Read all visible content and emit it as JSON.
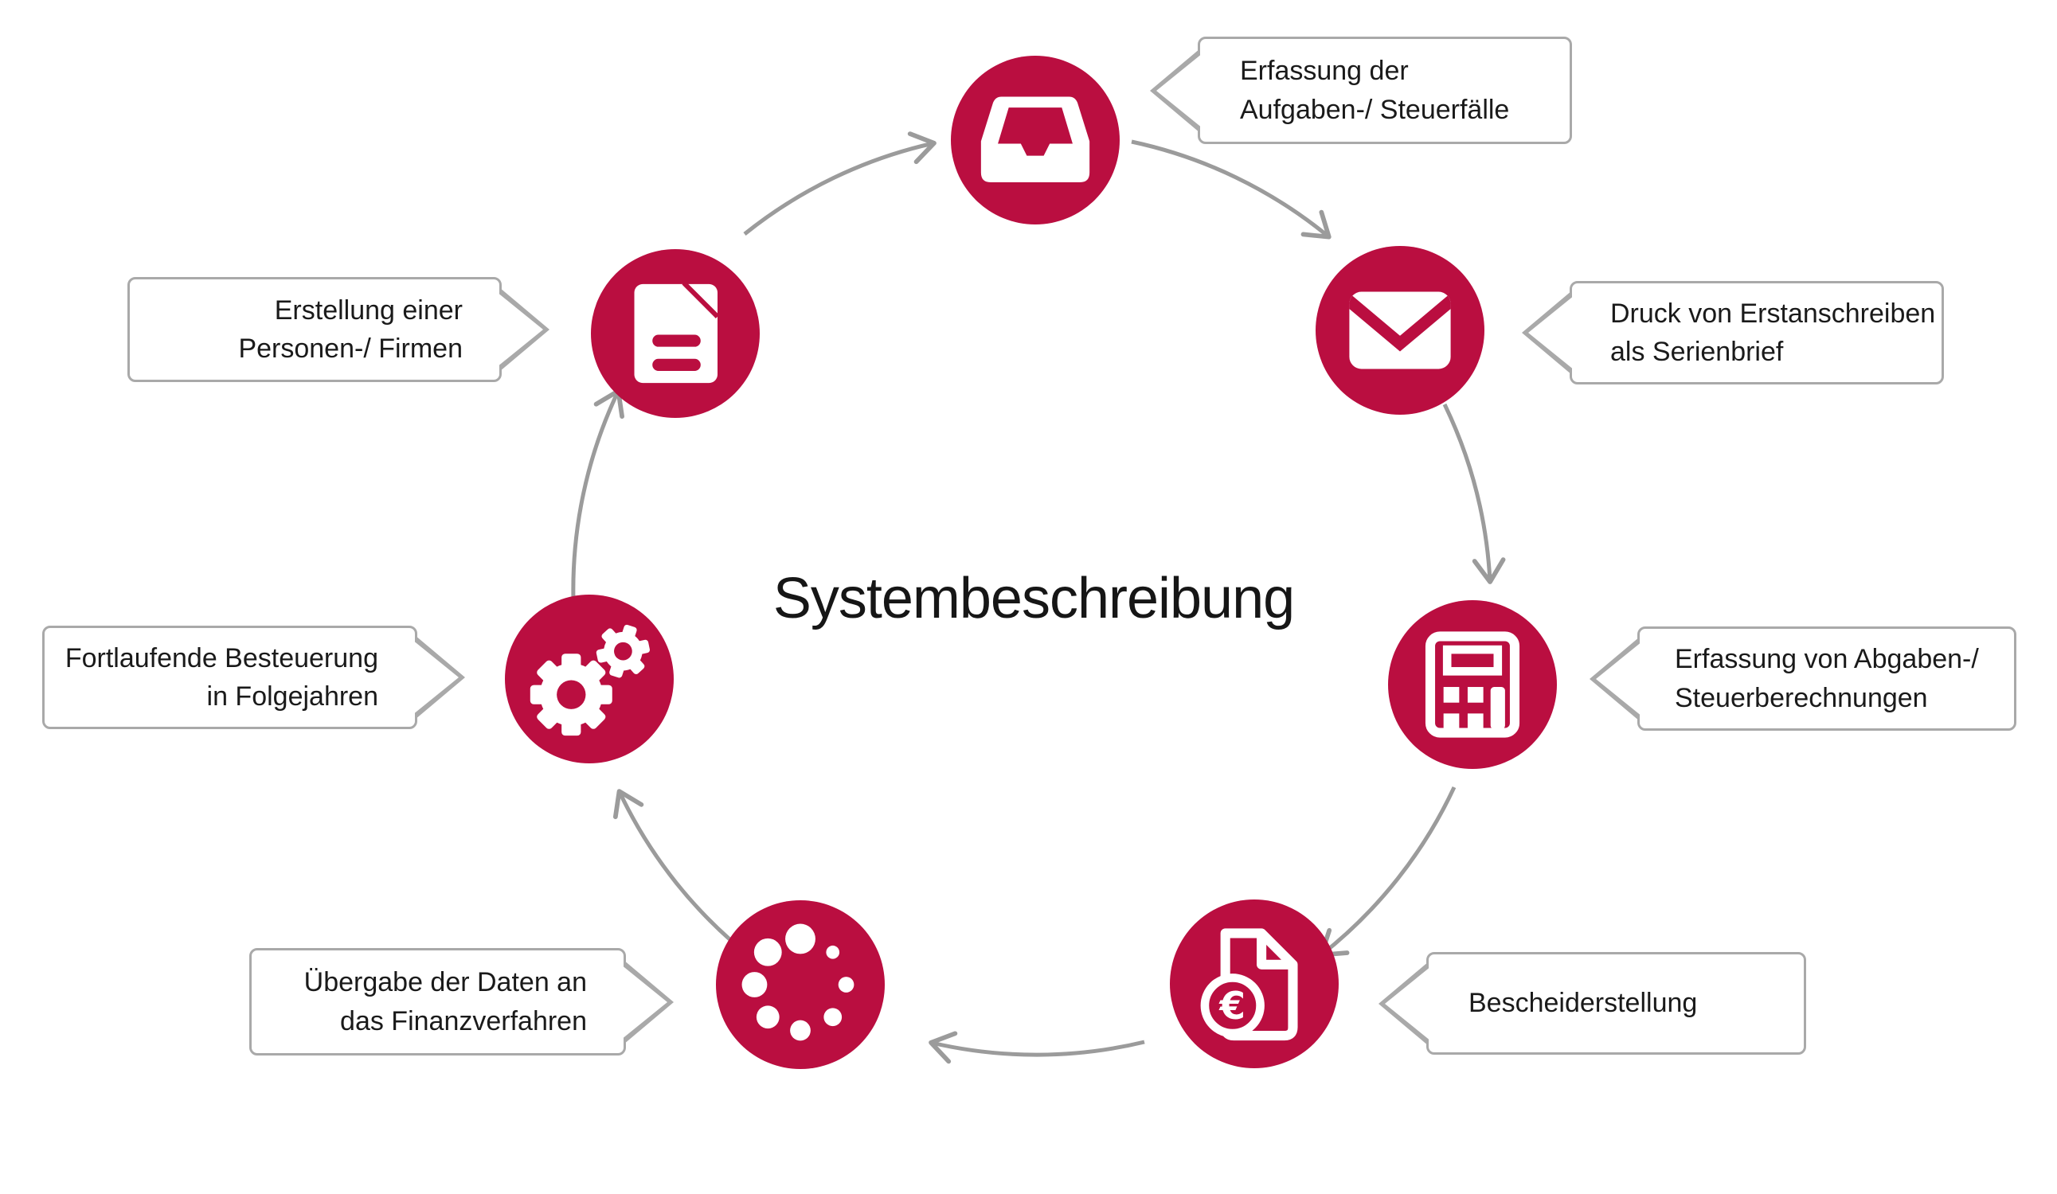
{
  "title": "Systembeschreibung",
  "colors": {
    "accent": "#BA0E40",
    "arrow": "#9B9B9B",
    "callout_border": "#A9A9A9",
    "text": "#1A1A1A",
    "background": "#FFFFFF"
  },
  "nodes": [
    {
      "id": "steuerfaelle",
      "icon": "inbox-tray-icon",
      "label": "Erfassung der\nAufgaben-/ Steuerfälle"
    },
    {
      "id": "serienbrief",
      "icon": "envelope-icon",
      "label": "Druck von Erstanschreiben\nals Serienbrief"
    },
    {
      "id": "steuerberechnungen",
      "icon": "calculator-icon",
      "label": "Erfassung von Abgaben-/\nSteuerberechnungen"
    },
    {
      "id": "bescheid",
      "icon": "invoice-euro-icon",
      "label": "Bescheiderstellung"
    },
    {
      "id": "finanzverfahren",
      "icon": "dots-spinner-icon",
      "label": "Übergabe der Daten an\ndas Finanzverfahren"
    },
    {
      "id": "folgejahre",
      "icon": "gears-icon",
      "label": "Fortlaufende Besteuerung\nin Folgejahren"
    },
    {
      "id": "personen-firmen",
      "icon": "document-icon",
      "label": "Erstellung einer\nPersonen-/ Firmen"
    }
  ],
  "flow": {
    "direction": "clockwise",
    "arrow_count": 7
  }
}
